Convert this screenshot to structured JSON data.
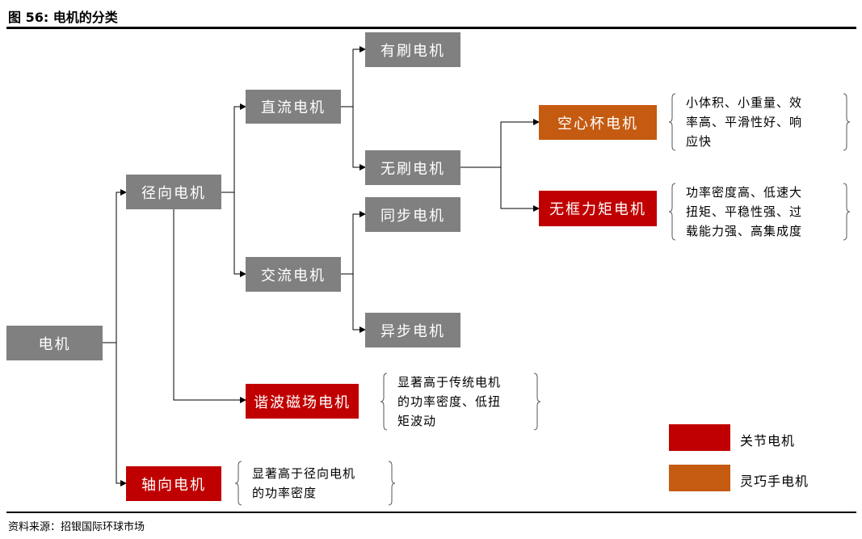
{
  "figure": {
    "title": "图 56: 电机的分类",
    "source": "资料来源：招银国际环球市场"
  },
  "nodes": {
    "motor": "电机",
    "radial": "径向电机",
    "dc": "直流电机",
    "brushed": "有刷电机",
    "brushless": "无刷电机",
    "ac": "交流电机",
    "sync": "同步电机",
    "async": "异步电机",
    "coreless": "空心杯电机",
    "frameless": "无框力矩电机",
    "harmonic": "谐波磁场电机",
    "axial": "轴向电机"
  },
  "notes": {
    "coreless": [
      "小体积、小重量、效",
      "率高、平滑性好、响",
      "应快"
    ],
    "frameless": [
      "功率密度高、低速大",
      "扭矩、平稳性强、过",
      "载能力强、高集成度"
    ],
    "harmonic": [
      "显著高于传统电机",
      "的功率密度、低扭",
      "矩波动"
    ],
    "axial": [
      "显著高于径向电机",
      "的功率密度"
    ]
  },
  "legend": [
    {
      "label": "关节电机",
      "color": "#c00000"
    },
    {
      "label": "灵巧手电机",
      "color": "#c55a11"
    }
  ],
  "colors": {
    "gray": "#808080",
    "red": "#c00000",
    "orange": "#c55a11"
  }
}
